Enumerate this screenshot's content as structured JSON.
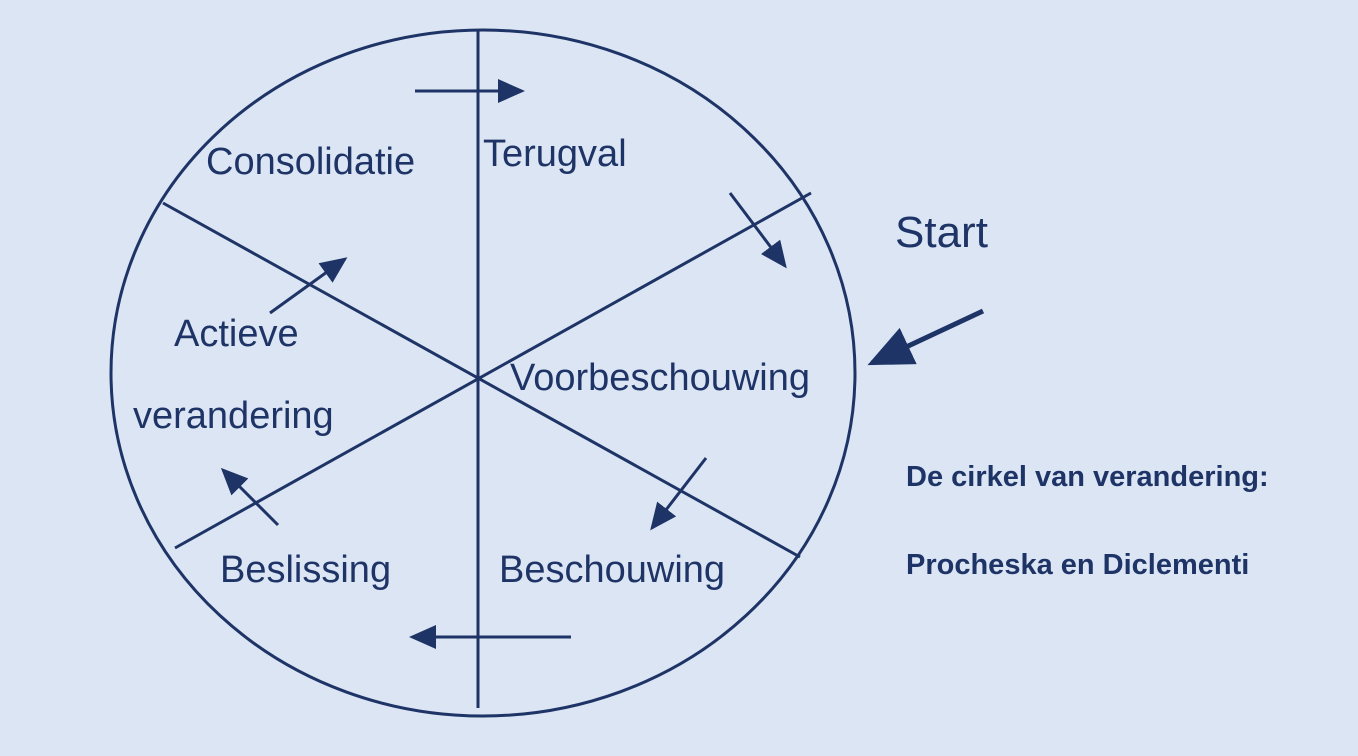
{
  "diagram": {
    "stages": {
      "consolidatie": "Consolidatie",
      "terugval": "Terugval",
      "voorbeschouwing": "Voorbeschouwing",
      "beschouwing": "Beschouwing",
      "beslissing": "Beslissing",
      "actieve_line1": "Actieve",
      "actieve_line2": "verandering"
    },
    "start": "Start",
    "caption": {
      "title": "De cirkel van verandering:",
      "authors": "Procheska en Diclementi"
    }
  },
  "colors": {
    "background": "#dbe5f4",
    "ink": "#1f3466"
  }
}
